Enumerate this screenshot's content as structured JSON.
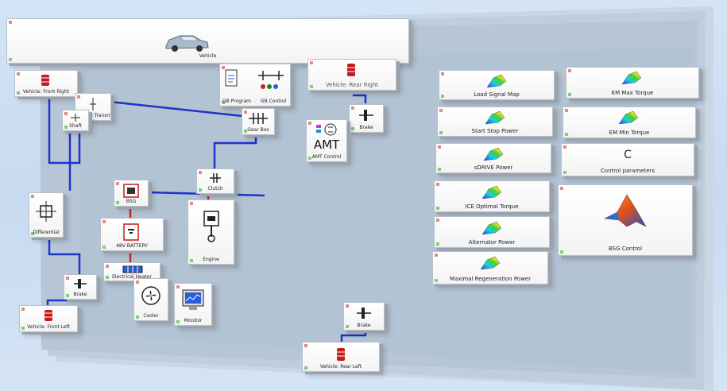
{
  "colors": {
    "wire": "#1f33c8",
    "power_wire": "#d02020",
    "panel": "#b8c8d8"
  },
  "blocks": {
    "vehicle": "Vehicle",
    "vehicle_front_right": "Vehicle: Front Right",
    "shaft": "Shaft",
    "slip_transmission": "GB Slip Transmission",
    "gb_program": "GB Program",
    "gb_control": "GB Control",
    "gear_box": "Gear Box",
    "vehicle_rear_right": "Vehicle: Rear Right",
    "brake_rr": "Brake",
    "amt_control": "AMT Control",
    "amt_text": "AMT",
    "differential": "Differential",
    "clutch": "Clutch",
    "bsg": "BSG",
    "battery": "48V BATTERY",
    "engine": "Engine",
    "electrical_heater": "Electrical Heater",
    "brake_fl": "Brake",
    "vehicle_front_left": "Vehicle: Front Left",
    "cooler": "Cooler",
    "monitor": "Monitor",
    "brake_rl": "Brake",
    "vehicle_rear_left": "Vehicle: Rear Left",
    "load_signal_map": "Load Signal Map",
    "em_max_torque": "EM Max Torque",
    "start_stop_power": "Start Stop Power",
    "em_min_torque": "EM Min Torque",
    "sdrive_power": "sDRIVE Power",
    "control_parameters": "Control parameters",
    "control_symbol": "C",
    "ice_optimal_torque": "ICE Optimal Torque",
    "bsg_control": "BSG Control",
    "alternator_power": "Alternator Power",
    "max_regeneration_power": "Maximal Regeneration Power"
  }
}
